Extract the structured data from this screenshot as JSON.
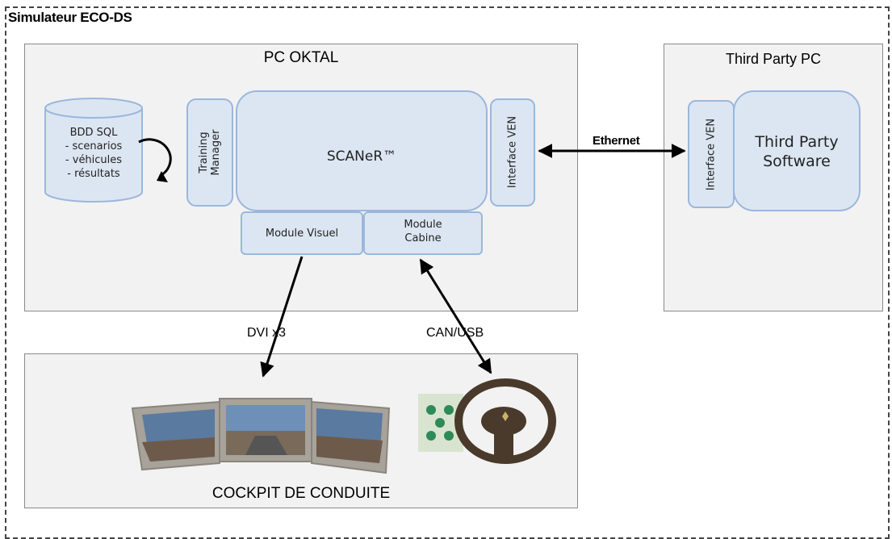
{
  "outer": {
    "title": "Simulateur ECO-DS"
  },
  "pc_oktal": {
    "title": "PC OKTAL",
    "database": {
      "line1": "BDD SQL",
      "line2": "- scenarios",
      "line3": "- véhicules",
      "line4": "- résultats"
    },
    "training_manager": {
      "line1": "Training",
      "line2": "Manager"
    },
    "scaner": "SCANeR™",
    "interface_ven": "Interface VEN",
    "module_visuel": "Module Visuel",
    "module_cabine": {
      "line1": "Module",
      "line2": "Cabine"
    }
  },
  "third_party_pc": {
    "title": "Third Party PC",
    "interface_ven": "Interface VEN",
    "software": {
      "line1": "Third Party",
      "line2": "Software"
    }
  },
  "links": {
    "ethernet": "Ethernet",
    "dvi": "DVI x3",
    "can_usb": "CAN/USB"
  },
  "cockpit": {
    "title": "COCKPIT DE CONDUITE"
  },
  "colors": {
    "block_fill": "#dce6f2",
    "block_border": "#9bb7dc",
    "panel_fill": "#f2f2f2"
  }
}
